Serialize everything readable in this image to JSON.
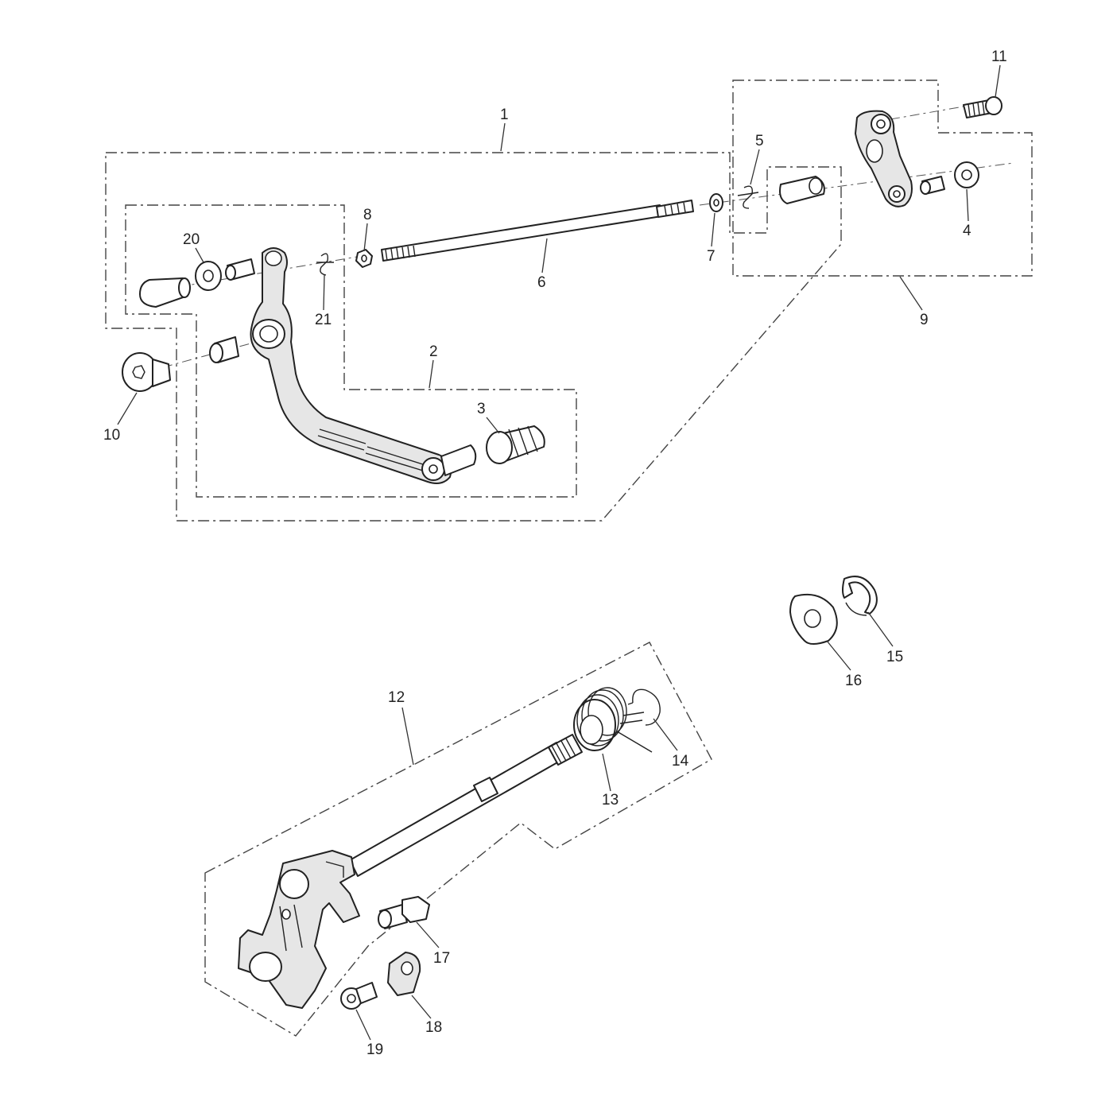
{
  "callouts": {
    "c1": "1",
    "c2": "2",
    "c3": "3",
    "c4": "4",
    "c5": "5",
    "c6": "6",
    "c7": "7",
    "c8": "8",
    "c9": "9",
    "c10": "10",
    "c11": "11",
    "c12": "12",
    "c13": "13",
    "c14": "14",
    "c15": "15",
    "c16": "16",
    "c17": "17",
    "c18": "18",
    "c19": "19",
    "c20": "20",
    "c21": "21"
  },
  "parts": [
    "gear-change-linkage-assembly",
    "gear-change-pedal",
    "pedal-rubber",
    "washer",
    "spring-clip",
    "gear-change-rod",
    "nut",
    "nut",
    "linkage-arm-assembly",
    "pivot-bolt",
    "bolt",
    "selector-shaft-assembly",
    "return-spring",
    "circlip",
    "circlip",
    "washer",
    "stop-bolt",
    "detent-plate",
    "bolt",
    "washer",
    "spring-clip"
  ]
}
